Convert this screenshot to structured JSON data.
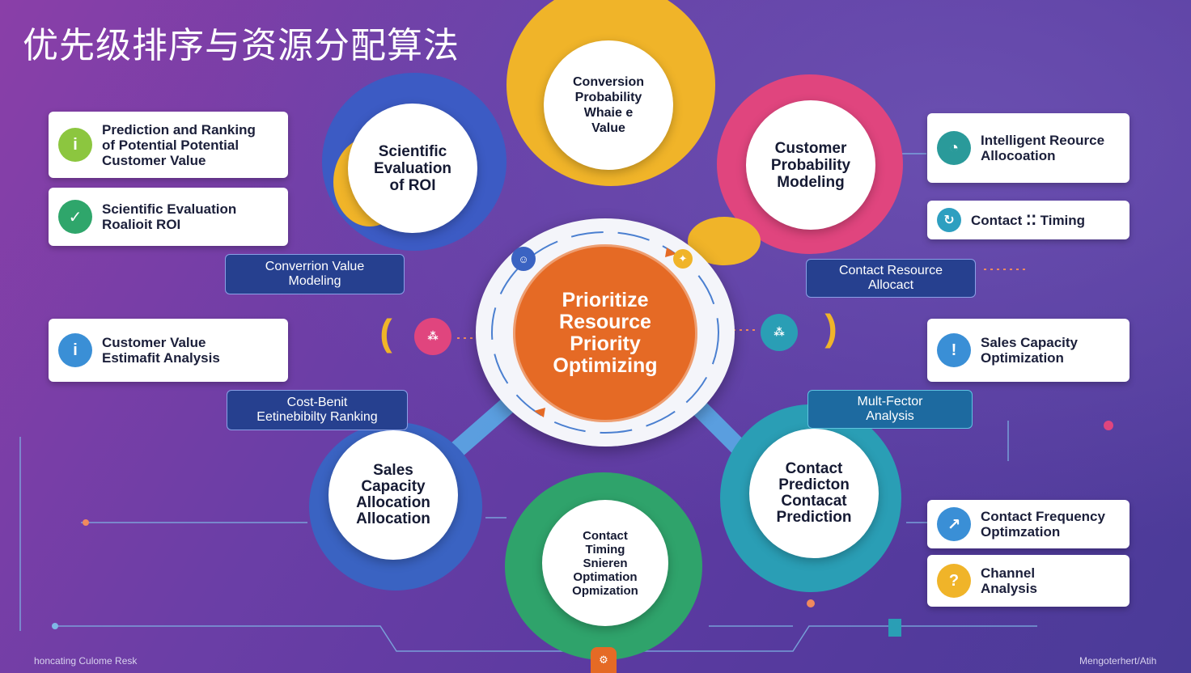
{
  "title": "优先级排序与资源分配算法",
  "hub": {
    "line1": "Prioritize",
    "line2": "Resource",
    "line3": "Priority",
    "line4": "Optimizing"
  },
  "bubbles": [
    {
      "lines": [
        "Conversion",
        "Probability",
        "Whaie e",
        "Value"
      ]
    },
    {
      "lines": [
        "Scientific",
        "Evaluation",
        "of ROI"
      ]
    },
    {
      "lines": [
        "Customer",
        "Probability",
        "Modeling"
      ]
    },
    {
      "lines": [
        "Sales",
        "Capacity",
        "Allocation",
        "Allocation"
      ]
    },
    {
      "lines": [
        "Contact",
        "Timing",
        "Snieren",
        "Optimation",
        "Opmization"
      ]
    },
    {
      "lines": [
        "Contact",
        "Predicton",
        "Contacat",
        "Prediction"
      ]
    }
  ],
  "left_cards": [
    {
      "line1": "Prediction and Ranking",
      "line2": "of Potential Potential",
      "line3": "Customer Value",
      "icon": "info-icon",
      "icon_glyph": "i",
      "color": "#8cc63f"
    },
    {
      "line1": "Scientific Evaluation",
      "line2": "Roalioit ROI",
      "icon": "check-icon",
      "icon_glyph": "✓",
      "color": "#2fa66b"
    },
    {
      "line1": "Customer Value",
      "line2": "Estimafit Analysis",
      "icon": "info-icon",
      "icon_glyph": "i",
      "color": "#3a8fd6"
    }
  ],
  "right_cards": [
    {
      "line1": "Intelligent Reource",
      "line2": "Allocoation",
      "icon": "gauge-icon",
      "icon_glyph": "◔",
      "color": "#2a9a9a"
    },
    {
      "line1": "Contact ⁚⁚ Timing",
      "icon": "refresh-icon",
      "icon_glyph": "↻",
      "color": "#2e9fc0"
    },
    {
      "line1": "Sales Capacity",
      "line2": "Optimization",
      "icon": "alert-icon",
      "icon_glyph": "!",
      "color": "#3a8fd6"
    },
    {
      "line1": "Contact Frequency",
      "line2": "Optimzation",
      "icon": "chart-icon",
      "icon_glyph": "↗",
      "color": "#3a8fd6"
    },
    {
      "line1": "Channel",
      "line2": "Analysis",
      "icon": "question-icon",
      "icon_glyph": "?",
      "color": "#f0b429"
    }
  ],
  "tags": [
    {
      "line1": "Converrion Value",
      "line2": "Modeling"
    },
    {
      "line1": "Contact Resource",
      "line2": "Allocact"
    },
    {
      "line1": "Cost-Benit",
      "line2": "Eetinebibilty Ranking"
    },
    {
      "line1": "Mult-Fector",
      "line2": "Analysis"
    }
  ],
  "footer": {
    "left": "honcating Culome Resk",
    "right": "Mengoterhert/Atih"
  },
  "colors": {
    "hub": "#e56a25",
    "top": "#f0b429",
    "top_left": "#3c5bc4",
    "top_right": "#e0457e",
    "bottom_left": "#3a63c2",
    "bottom": "#2fa36b",
    "bottom_right": "#2a9eb5"
  }
}
